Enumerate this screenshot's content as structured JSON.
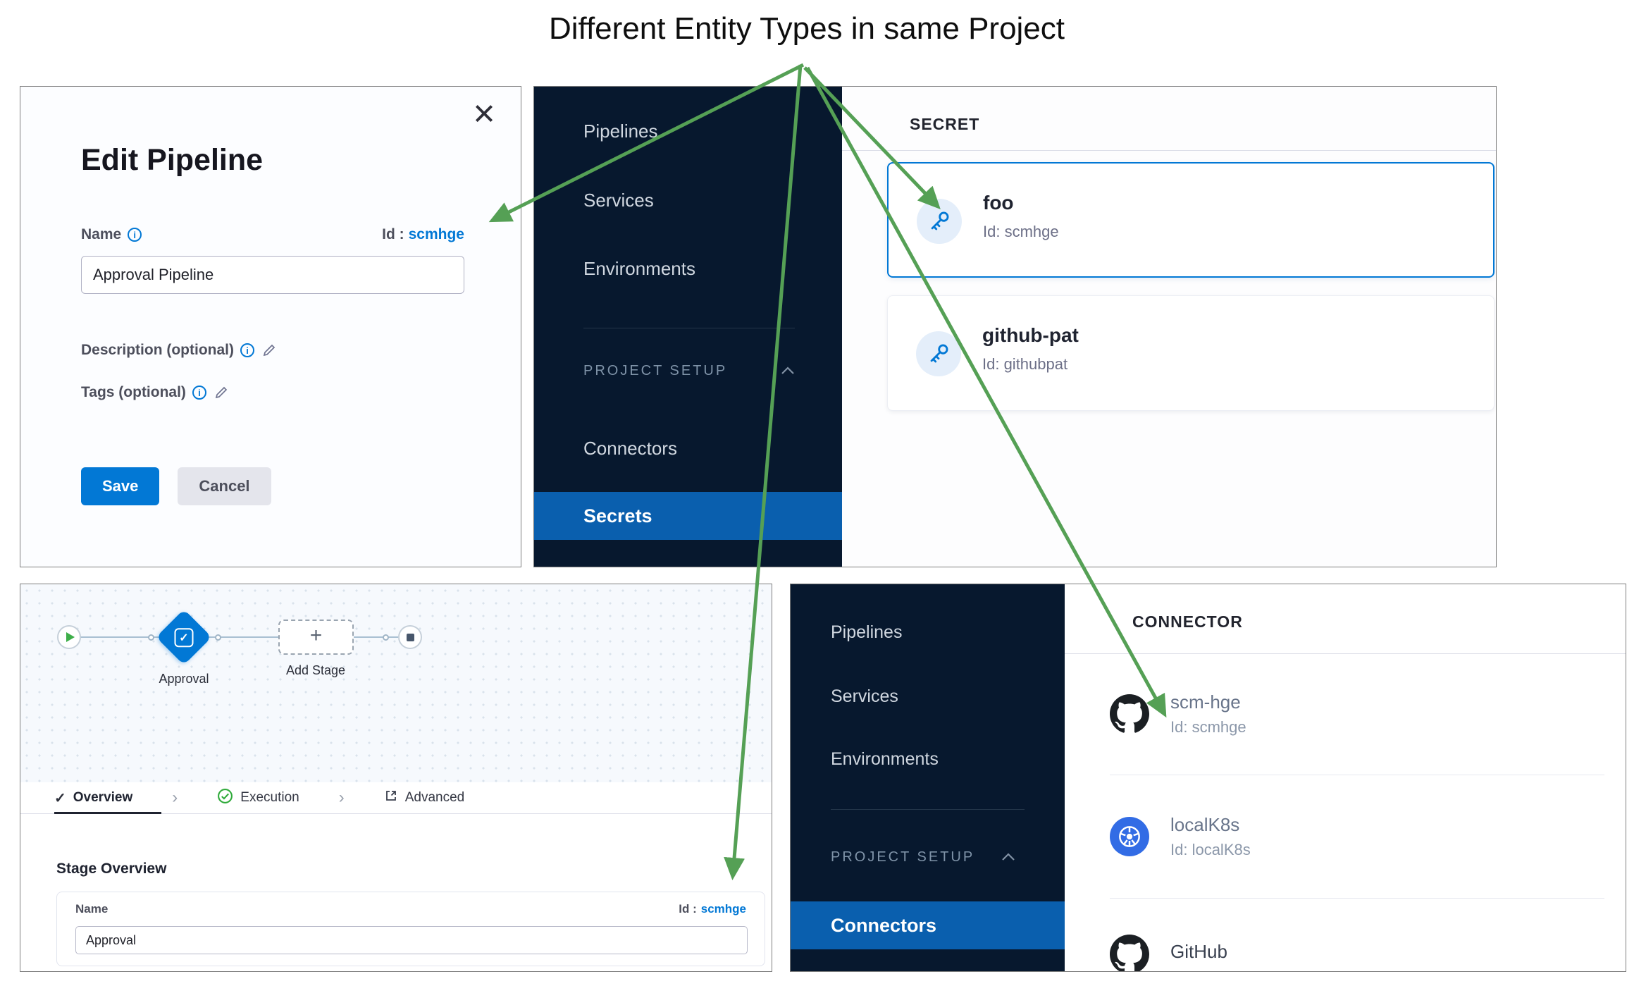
{
  "title": "Different Entity Types in same Project",
  "edit_pipeline": {
    "heading": "Edit Pipeline",
    "name_label": "Name",
    "id_label": "Id :",
    "id_value": "scmhge",
    "name_value": "Approval Pipeline",
    "description_label": "Description (optional)",
    "tags_label": "Tags (optional)",
    "save": "Save",
    "cancel": "Cancel"
  },
  "secrets_page": {
    "nav": {
      "pipelines": "Pipelines",
      "services": "Services",
      "environments": "Environments",
      "section": "PROJECT SETUP",
      "connectors": "Connectors",
      "secrets": "Secrets"
    },
    "header": "SECRET",
    "items": [
      {
        "name": "foo",
        "id": "Id: scmhge",
        "selected": true
      },
      {
        "name": "github-pat",
        "id": "Id: githubpat",
        "selected": false
      }
    ]
  },
  "stage_editor": {
    "approval_label": "Approval",
    "add_stage_label": "Add Stage",
    "tabs": {
      "overview": "Overview",
      "execution": "Execution",
      "advanced": "Advanced"
    },
    "section_heading": "Stage Overview",
    "name_label": "Name",
    "id_label": "Id :",
    "id_value": "scmhge",
    "name_value": "Approval"
  },
  "connectors_page": {
    "nav": {
      "pipelines": "Pipelines",
      "services": "Services",
      "environments": "Environments",
      "section": "PROJECT SETUP",
      "connectors": "Connectors"
    },
    "header": "CONNECTOR",
    "items": [
      {
        "name": "scm-hge",
        "id": "Id: scmhge",
        "icon": "github"
      },
      {
        "name": "localK8s",
        "id": "Id: localK8s",
        "icon": "kubernetes"
      },
      {
        "name": "GitHub",
        "id": "",
        "icon": "github"
      }
    ]
  },
  "icons": {
    "close-icon": "×",
    "info-icon": "i",
    "edit-pencil-icon": "pencil",
    "key-icon": "key",
    "chevron-up-icon": "chevron-up",
    "chevron-right-icon": "›",
    "check-icon": "✓",
    "check-circle-icon": "check-circle",
    "advanced-icon": "open-panel",
    "play-icon": "play-triangle",
    "stop-icon": "stop-square",
    "plus-icon": "+",
    "github-icon": "octocat",
    "kubernetes-icon": "helm-wheel",
    "approval-stage-icon": "diamond-check"
  },
  "colors": {
    "accent_blue": "#0278d5",
    "nav_active_blue": "#0a5fae",
    "sidebar_dark": "#07182e",
    "arrow_green": "#55a055",
    "link_blue": "#0278d5"
  }
}
